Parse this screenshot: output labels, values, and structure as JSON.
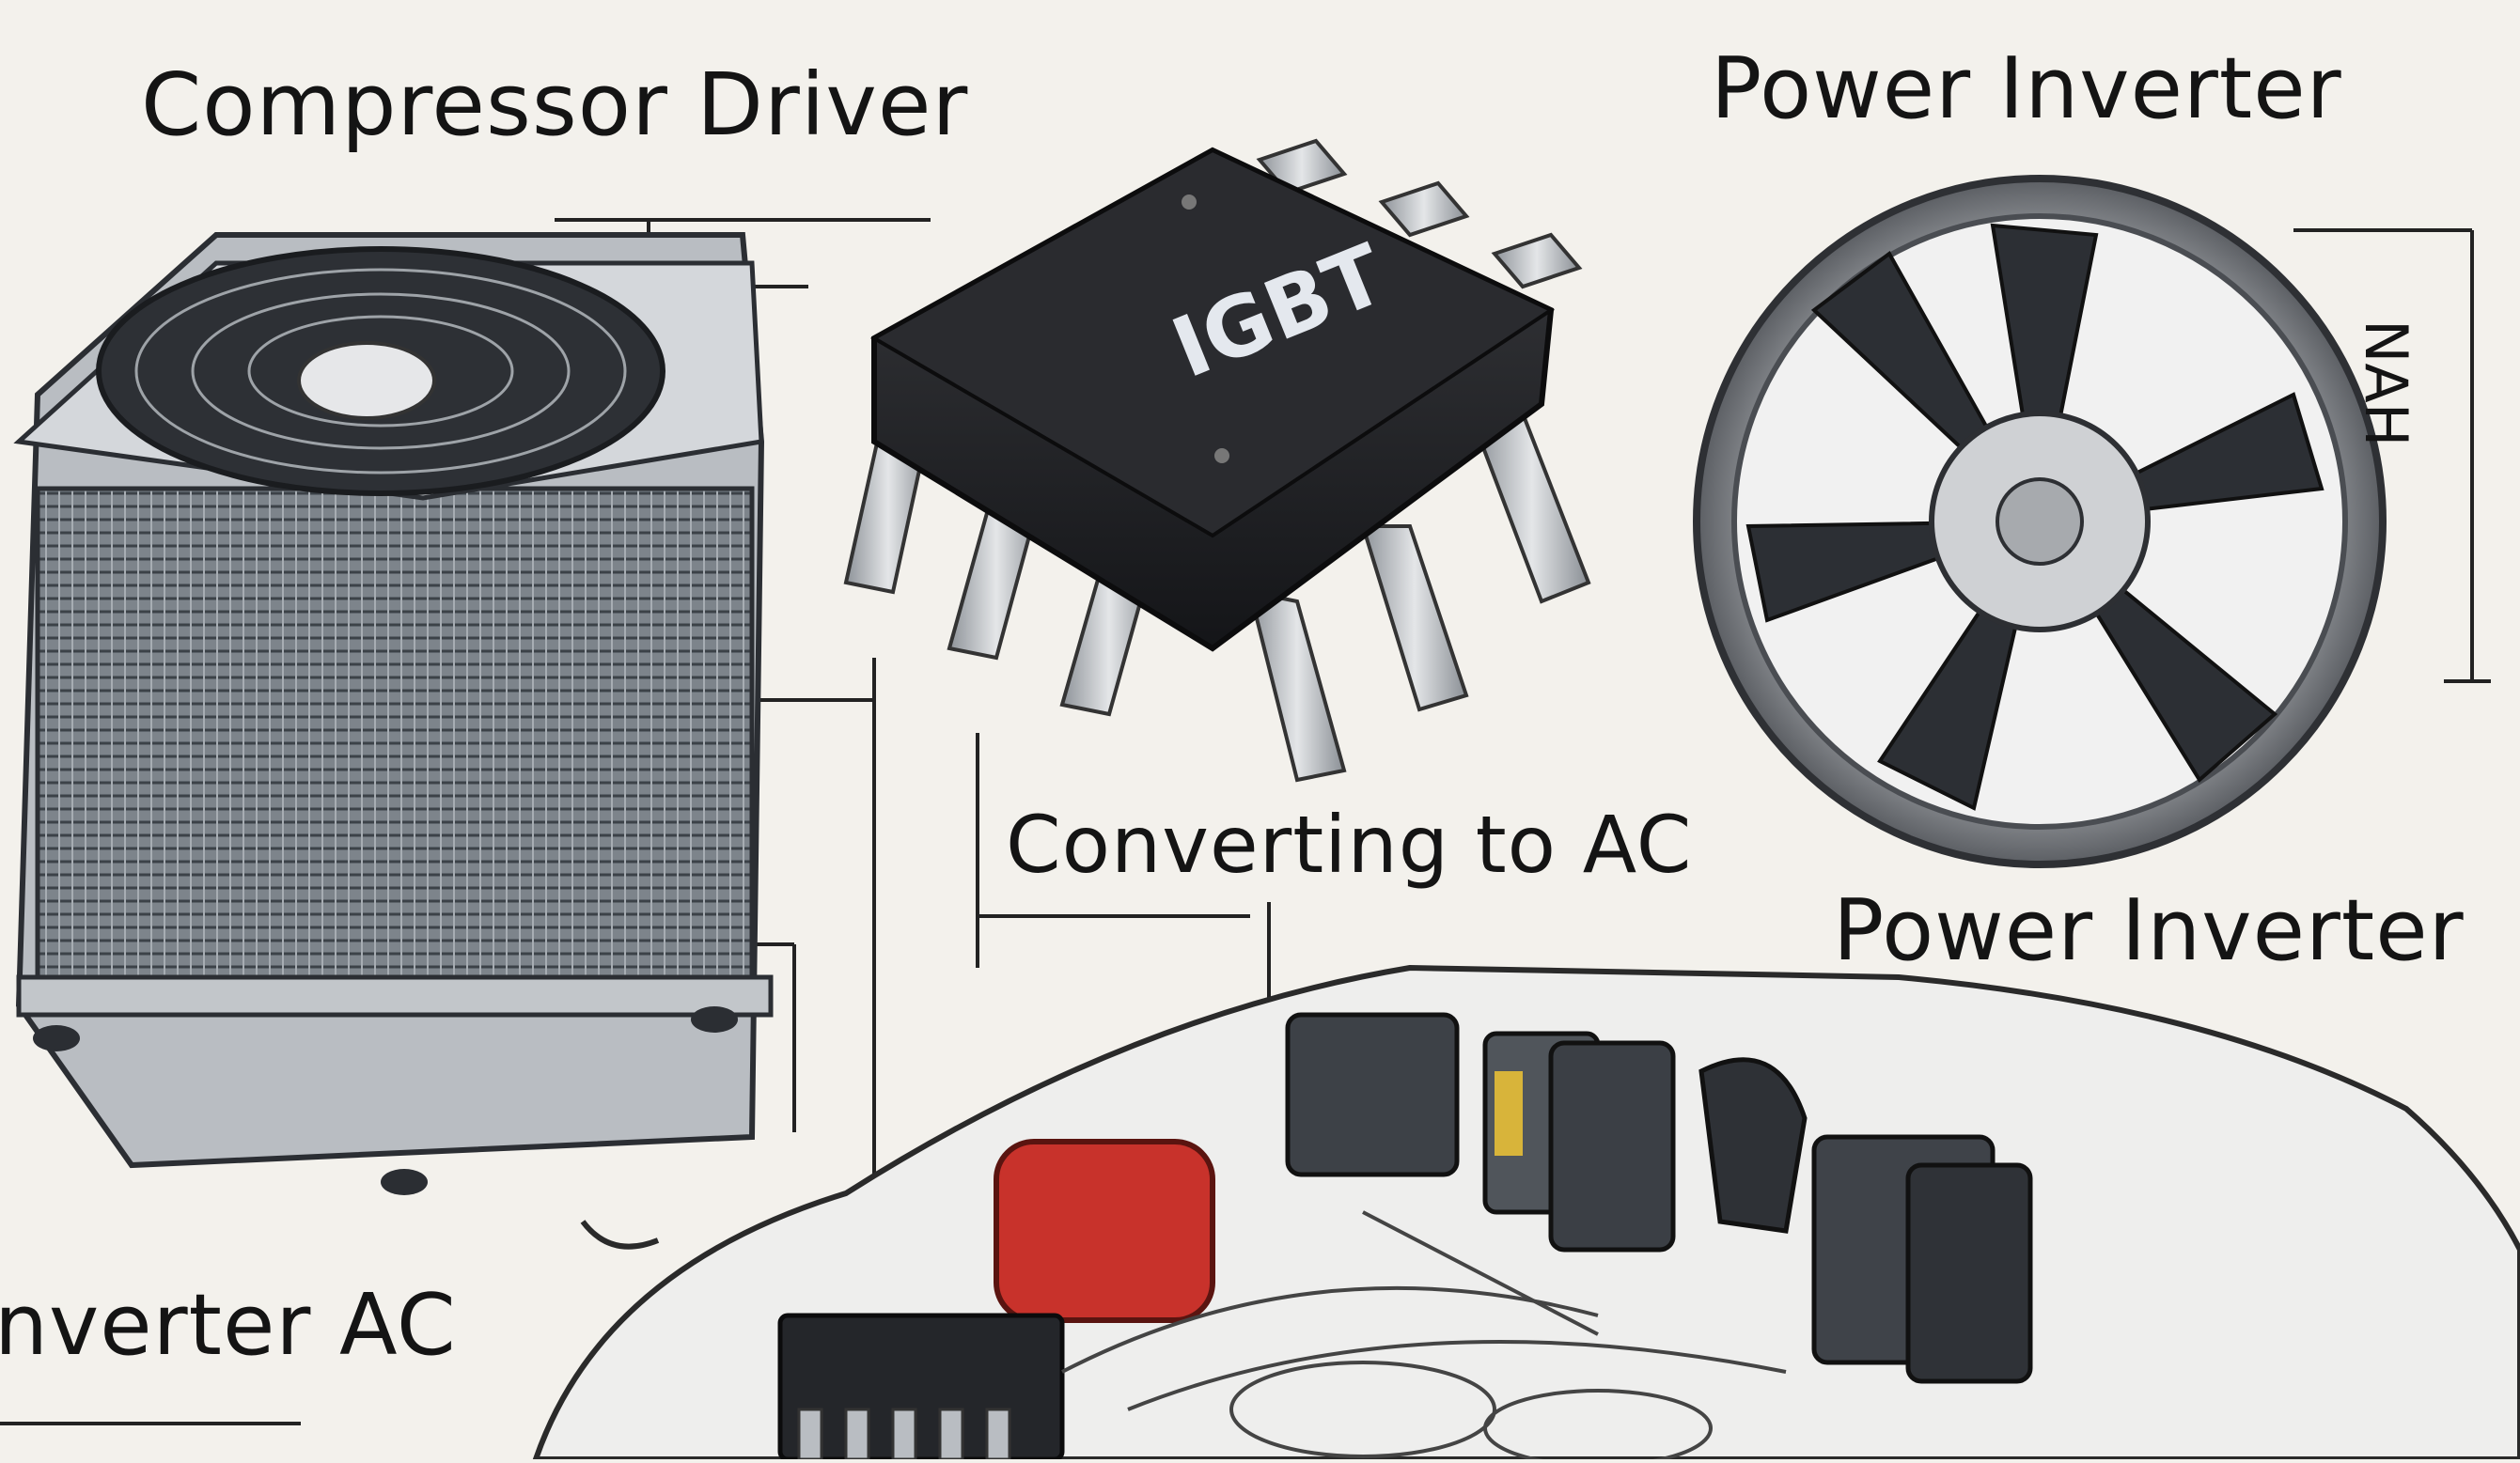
{
  "labels": {
    "compressor_driver": "Compressor Driver",
    "power_inverter_top": "Power Inverter",
    "power_inverter_mid": "Power Inverter",
    "converting": "Converting to AC",
    "inverter_ac": "nverter  AC",
    "chip_marking": "IGBT",
    "side_mark": "NAH"
  },
  "icons": {
    "ac_unit": "ac-condenser-unit",
    "chip": "igbt-chip",
    "fan": "fan-wheel",
    "car": "car-engine-bay"
  },
  "colors": {
    "background": "#f3f1ec",
    "ink": "#141414",
    "chip_body": "#1e1f22",
    "metal": "#c9cccf",
    "red_part": "#c8322b"
  }
}
